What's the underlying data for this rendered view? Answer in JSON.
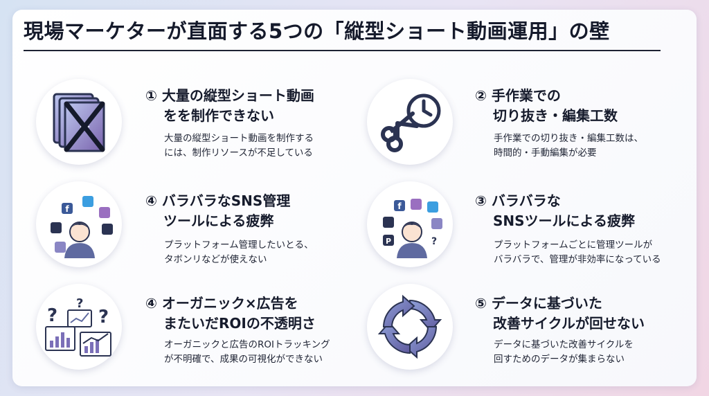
{
  "title": "現場マーケターが直面する5つの「縦型ショート動画運用」の壁",
  "items": [
    {
      "head_line1": "① 大量の縦型ショート動画",
      "head_line2": "をを制作できない",
      "body_line1": "大量の縦型ショート動画を制作する",
      "body_line2": "には、制作リソースが不足している",
      "icon": "crossed-out-videos-icon"
    },
    {
      "head_line1": "② 手作業での",
      "head_line2": "切り抜き・編集工数",
      "body_line1": "手作業での切り抜き・編集工数は、",
      "body_line2": "時間的・手動編集が必要",
      "icon": "scissors-clock-icon"
    },
    {
      "head_line1": "④ バラバラなSNS管理",
      "head_line2": "ツールによる疲弊",
      "body_line1": "プラットフォーム管理したいとる、",
      "body_line2": "タボンリなどが使えない",
      "icon": "tired-person-sns-icon"
    },
    {
      "head_line1": "③ バラバラな",
      "head_line2": "SNSツールによる疲弊",
      "body_line1": "プラットフォームごとに管理ツールが",
      "body_line2": "バラバラで、管理が非効率になっている",
      "icon": "confused-person-sns-icon"
    },
    {
      "head_line1": "④ オーガニック×広告を",
      "head_line2": "またいだROIの不透明さ",
      "body_line1": "オーガニックと広告のROIトラッキング",
      "body_line2": "が不明確で、成果の可視化ができない",
      "icon": "charts-question-icon"
    },
    {
      "head_line1": "⑤ データに基づいた",
      "head_line2": "改善サイクルが回せない",
      "body_line1": "データに基づいた改善サイクルを",
      "body_line2": "回すためのデータが集まらない",
      "icon": "cycle-arrows-icon"
    }
  ],
  "colors": {
    "accent_purple": "#7b6fb8",
    "accent_navy": "#2b3352",
    "accent_slate": "#5f6aa0"
  }
}
